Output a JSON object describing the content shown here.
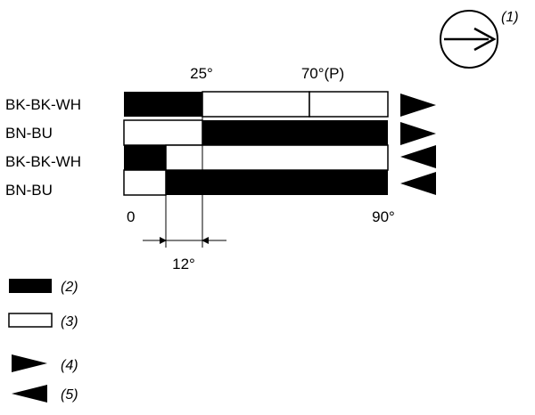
{
  "direction_label": "(1)",
  "top_labels": {
    "deg25": "25°",
    "deg70": "70°(P)"
  },
  "rows": [
    {
      "label": "BK-BK-WH",
      "segments": [
        [
          "black",
          0,
          25
        ],
        [
          "white",
          25,
          70
        ],
        [
          "white",
          70,
          90
        ]
      ],
      "arrow": "right"
    },
    {
      "label": "BN-BU",
      "segments": [
        [
          "white",
          0,
          25
        ],
        [
          "black",
          25,
          90
        ]
      ],
      "arrow": "right"
    },
    {
      "label": "BK-BK-WH",
      "segments": [
        [
          "black",
          0,
          13
        ],
        [
          "white",
          13,
          90
        ]
      ],
      "arrow": "left"
    },
    {
      "label": "BN-BU",
      "segments": [
        [
          "white",
          0,
          13
        ],
        [
          "black",
          13,
          90
        ]
      ],
      "arrow": "left"
    }
  ],
  "scale": {
    "start": "0",
    "end": "90°",
    "min": 0,
    "max": 90
  },
  "dimension": {
    "label": "12°",
    "from": 13,
    "to": 25
  },
  "legend": [
    {
      "kind": "black-bar",
      "label": "(2)"
    },
    {
      "kind": "white-bar",
      "label": "(3)"
    },
    {
      "kind": "arrow-right",
      "label": "(4)"
    },
    {
      "kind": "arrow-left",
      "label": "(5)"
    }
  ]
}
